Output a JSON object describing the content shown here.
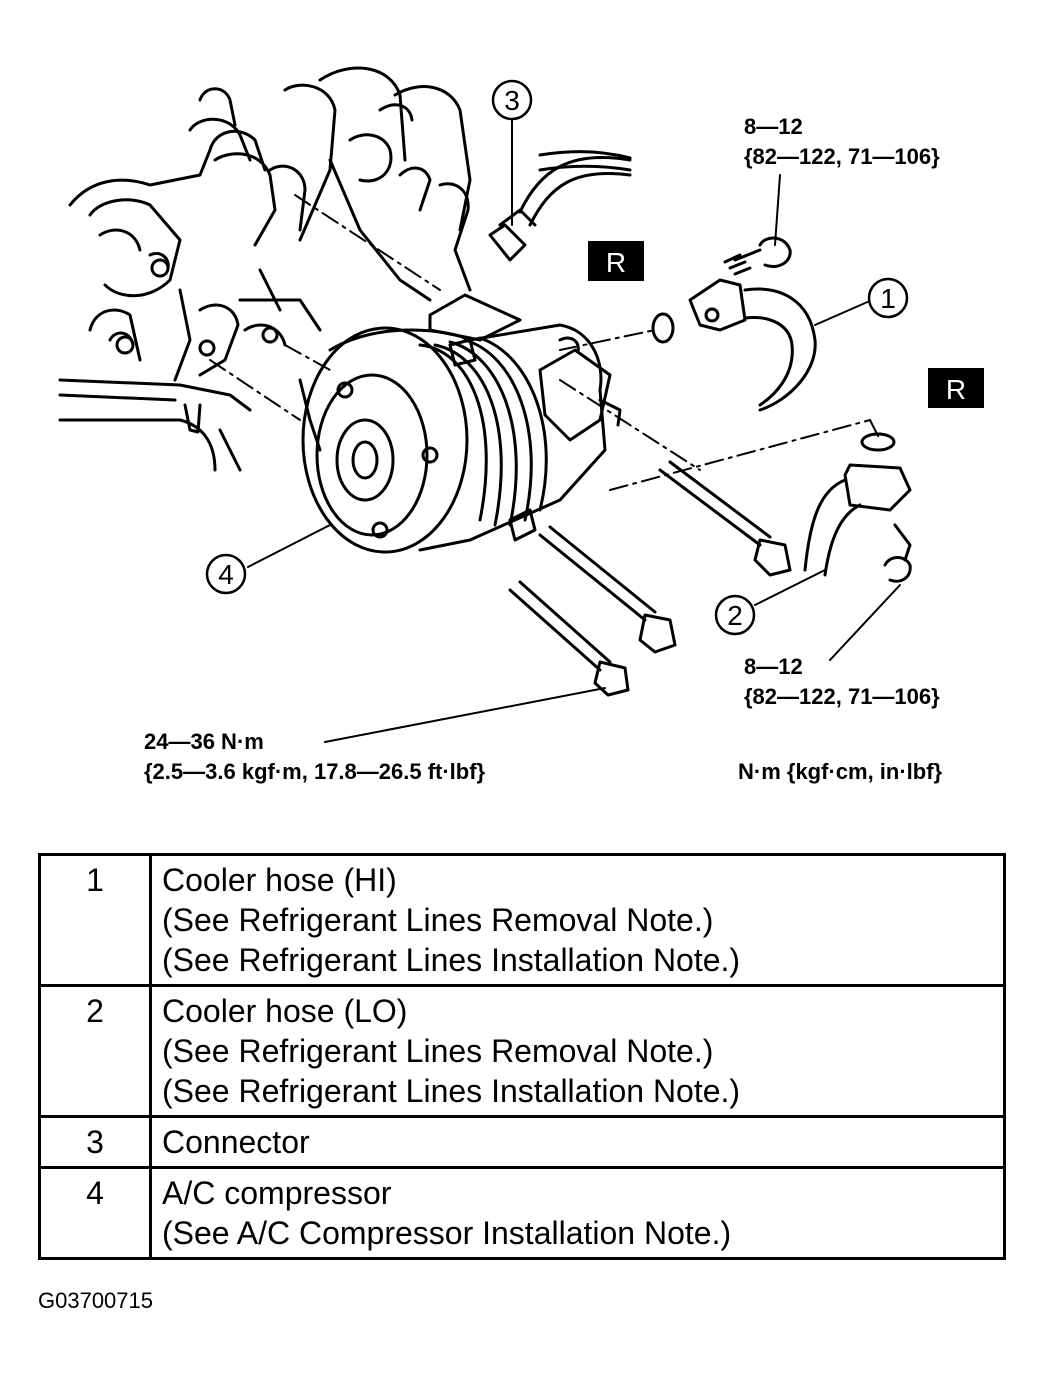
{
  "callouts": {
    "torque_top_1": "8—12",
    "torque_top_2": "{82—122, 71—106}",
    "torque_right_1": "8—12",
    "torque_right_2": "{82—122, 71—106}",
    "torque_bottom_1": "24—36 N·m",
    "torque_bottom_2": "{2.5—3.6 kgf·m, 17.8—26.5 ft·lbf}",
    "units": "N·m {kgf·cm, in·lbf}",
    "replace_mark": "R",
    "num1": "1",
    "num2": "2",
    "num3": "3",
    "num4": "4"
  },
  "parts": [
    {
      "num": "1",
      "lines": [
        "Cooler hose (HI)",
        "(See Refrigerant Lines Removal Note.)",
        "(See Refrigerant Lines Installation Note.)"
      ]
    },
    {
      "num": "2",
      "lines": [
        "Cooler hose (LO)",
        "(See Refrigerant Lines Removal Note.)",
        "(See Refrigerant Lines Installation Note.)"
      ]
    },
    {
      "num": "3",
      "lines": [
        "Connector"
      ]
    },
    {
      "num": "4",
      "lines": [
        "A/C compressor",
        "(See A/C Compressor Installation Note.)"
      ]
    }
  ],
  "figure_id": "G03700715"
}
